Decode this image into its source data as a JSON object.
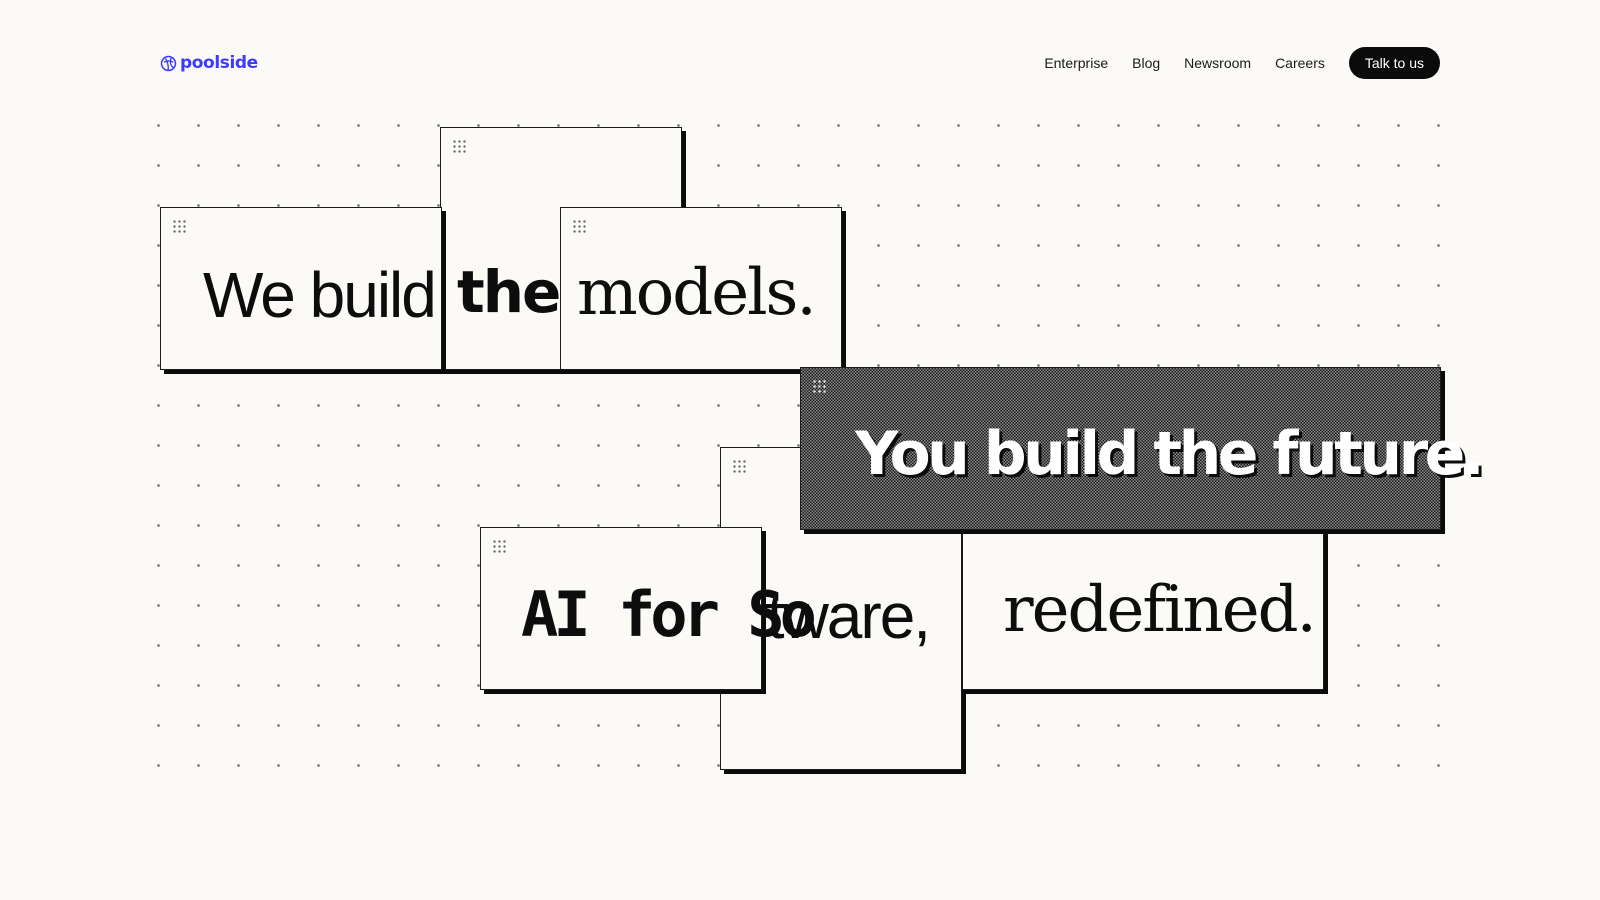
{
  "brand": {
    "name": "poolside",
    "color": "#3b3bff",
    "logo_icon": "poolside-logo-icon"
  },
  "nav": {
    "links": [
      "Enterprise",
      "Blog",
      "Newsroom",
      "Careers"
    ],
    "cta_label": "Talk to us"
  },
  "hero": {
    "cards": {
      "we_build": "We build",
      "the": "the",
      "models": "models.",
      "you_build": "You build the future.",
      "software_a": "AI for So",
      "software_b": "ftware,",
      "redefined": "redefined."
    }
  },
  "colors": {
    "background": "#fbfaf7",
    "text": "#0d0d0d",
    "cta_background": "#0b0b0b",
    "cta_text": "#ffffff",
    "accent": "#3b3bff"
  }
}
